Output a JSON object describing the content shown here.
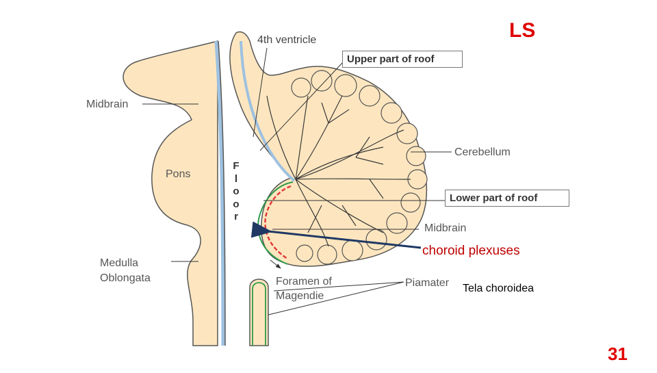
{
  "slide": {
    "title": "LS",
    "page_number": "31",
    "title_color": "#e00000"
  },
  "diagram": {
    "labels": {
      "fourth_ventricle": "4th ventricle",
      "upper_roof": "Upper part of roof",
      "midbrain_top": "Midbrain",
      "cerebellum": "Cerebellum",
      "pons": "Pons",
      "floor_letters": [
        "F",
        "l",
        "o",
        "o",
        "r"
      ],
      "lower_roof": "Lower part of roof",
      "midbrain_lower": "Midbrain",
      "medulla_line1": "Medulla",
      "medulla_line2": "Oblongata",
      "foramen_line1": "Foramen of",
      "foramen_line2": "Magendie",
      "piamater": "Piamater"
    },
    "annotations": {
      "choroid_plexuses": "choroid plexuses",
      "tela_choroidea": "Tela choroidea"
    },
    "colors": {
      "brain_fill": "#fde6bf",
      "outline": "#555555",
      "ventricle_lining": "#9ec1e0",
      "choroid_red": "#e23b3b",
      "pia_green": "#2e9a4a",
      "arrow": "#1f3864",
      "accent_red": "#c00000"
    }
  }
}
